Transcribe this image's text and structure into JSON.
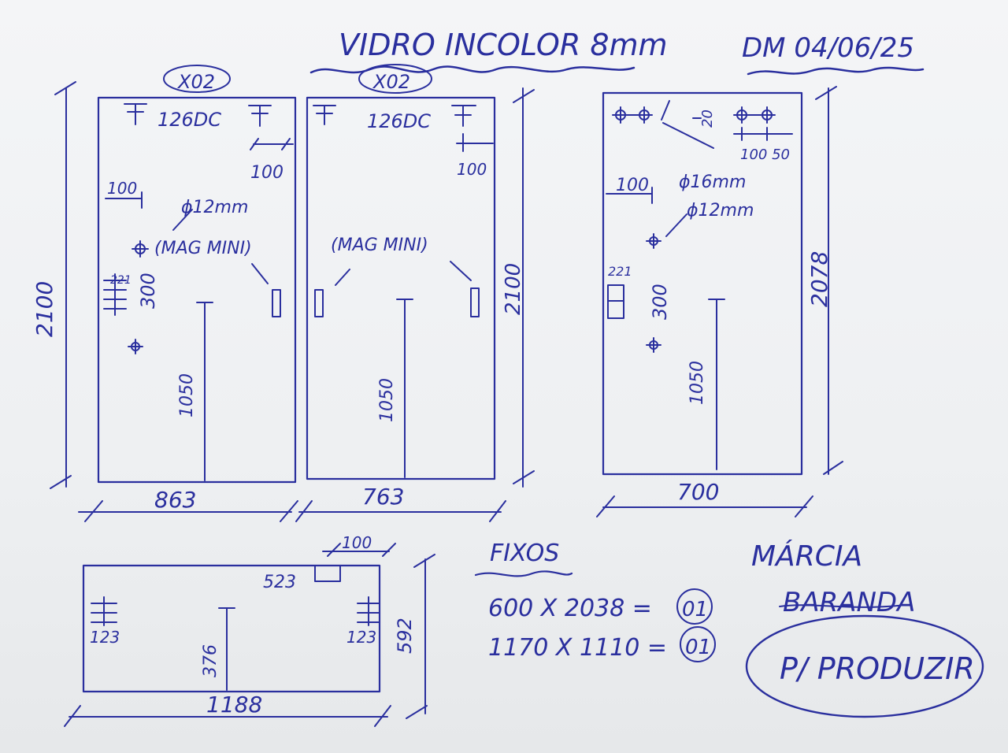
{
  "header": {
    "title": "VIDRO INCOLOR 8mm",
    "date": "DM 04/06/25"
  },
  "pieces": {
    "door1": {
      "tag": "X02",
      "code": "126DC",
      "top_offset": "100",
      "side_offset": "100",
      "hole_diameter": "ϕ12mm",
      "magnet": "(MAG MINI)",
      "hinge_value": "221",
      "hinge_spacing": "300",
      "handle_height": "1050",
      "height": "2100",
      "width": "863"
    },
    "door2": {
      "tag": "X02",
      "code": "126DC",
      "top_offset": "100",
      "magnet": "(MAG MINI)",
      "handle_height": "1050",
      "height": "2100",
      "width": "763"
    },
    "door3": {
      "top_gap": "20",
      "offsets": "100 50",
      "side_offset": "100",
      "hole_16": "ϕ16mm",
      "hole_12": "ϕ12mm",
      "hinge_value": "221",
      "hinge_spacing": "300",
      "handle_height": "1050",
      "height": "2078",
      "width": "700"
    },
    "bottom_panel": {
      "notch_offset": "100",
      "notch_pos": "523",
      "left_hinge": "123",
      "right_hinge": "123",
      "center_height": "376",
      "height": "592",
      "width": "1188"
    }
  },
  "fixed": {
    "title": "FIXOS",
    "items": [
      {
        "size": "600 X 2038 =",
        "qty": "01"
      },
      {
        "size": "1170 X 1110 =",
        "qty": "01"
      }
    ]
  },
  "client": {
    "name": "MÁRCIA",
    "place": "BARANDA",
    "note": "P/ PRODUZIR"
  },
  "ink_color": "#2a2f9e"
}
